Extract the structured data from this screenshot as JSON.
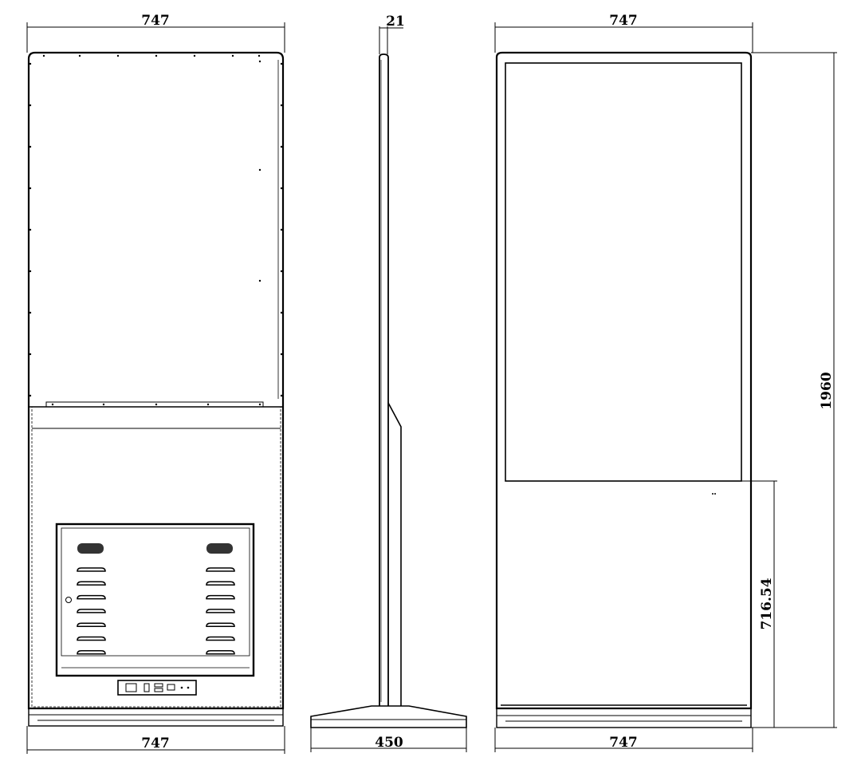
{
  "front_view": {
    "top_width": "747",
    "bottom_width": "747",
    "vent_slots_per_side": 7
  },
  "side_view": {
    "depth_top": "21",
    "base_depth": "450"
  },
  "screen_view": {
    "top_width": "747",
    "bottom_width": "747",
    "total_height": "1960",
    "screen_bottom_height": "716.54"
  },
  "colors": {
    "line": "#000000",
    "background": "#ffffff"
  }
}
